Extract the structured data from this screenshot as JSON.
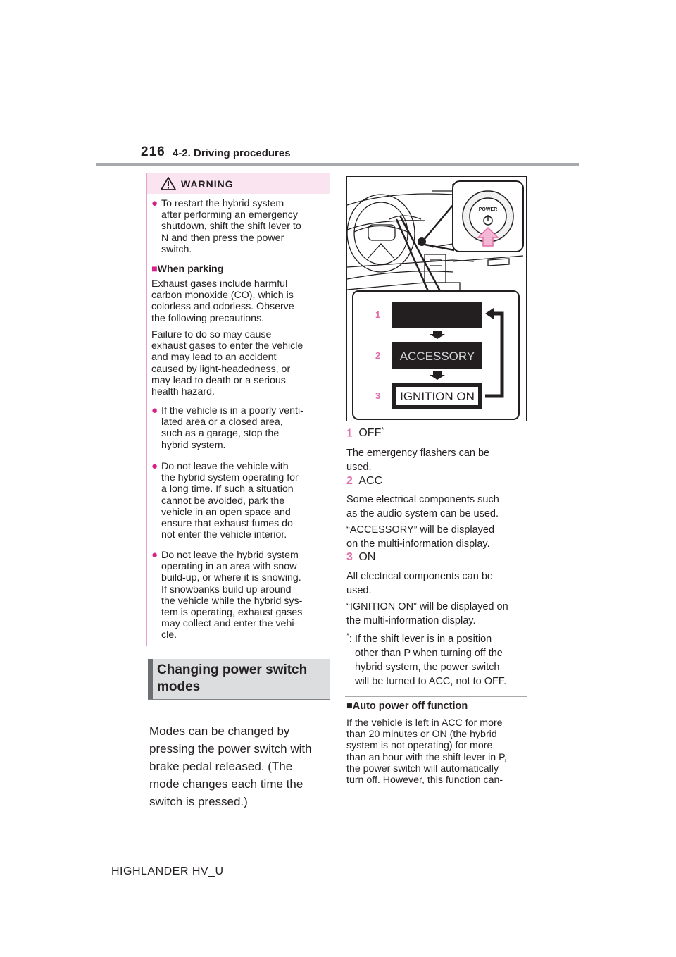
{
  "header": {
    "page_number": "216",
    "section": "4-2. Driving procedures"
  },
  "warning": {
    "title": "WARNING",
    "bullet1": [
      "To restart the hybrid system",
      "after performing an emergency",
      "shutdown, shift the shift lever to",
      "N and then press the power",
      "switch."
    ],
    "subhead": "When parking",
    "para1": [
      "Exhaust gases include harmful",
      "carbon monoxide (CO), which is",
      "colorless and odorless. Observe",
      "the following precautions."
    ],
    "para2": [
      "Failure to do so may cause",
      "exhaust gases to enter the vehicle",
      "and may lead to an accident",
      "caused by light-headedness, or",
      "may lead to death or a serious",
      "health hazard."
    ],
    "bullet2": [
      "If the vehicle is in a poorly venti-",
      "lated area or a closed area,",
      "such as a garage, stop the",
      "hybrid system."
    ],
    "bullet3": [
      "Do not leave the vehicle with",
      "the hybrid system operating for",
      "a long time. If such a situation",
      "cannot be avoided, park the",
      "vehicle in an open space and",
      "ensure that exhaust fumes do",
      "not enter the vehicle interior."
    ],
    "bullet4": [
      "Do not leave the hybrid system",
      "operating in an area with snow",
      "build-up, or where it is snowing.",
      "If snowbanks build up around",
      "the vehicle while the hybrid sys-",
      "tem is operating, exhaust gases",
      "may collect and enter the vehi-",
      "cle."
    ]
  },
  "section_heading": [
    "Changing power switch",
    "modes"
  ],
  "intro": [
    "Modes can be changed by",
    "pressing the power switch with",
    "brake pedal released. (The",
    "mode changes each time the",
    "switch is pressed.)"
  ],
  "figure": {
    "power_label": "POWER",
    "step_numbers": [
      "1",
      "2",
      "3"
    ],
    "display_accessory": "ACCESSORY",
    "display_ignition": "IGNITION ON"
  },
  "modes": [
    {
      "num": "1",
      "name": "OFF",
      "sup": "*",
      "desc": [
        "The emergency flashers can be",
        "used."
      ]
    },
    {
      "num": "2",
      "name": "ACC",
      "desc": [
        "Some electrical components such",
        "as the audio system can be used."
      ],
      "desc2": [
        "“ACCESSORY” will be displayed",
        "on the multi-information display."
      ]
    },
    {
      "num": "3",
      "name": "ON",
      "desc": [
        "All electrical components can be",
        "used."
      ],
      "desc2": [
        "“IGNITION ON” will be displayed on",
        "the multi-information display."
      ]
    }
  ],
  "footnote": {
    "mark": "*",
    "lines": [
      ": If the shift lever is in a position",
      "other than P when turning off the",
      "hybrid system, the power switch",
      "will be turned to ACC, not to OFF."
    ]
  },
  "auto_off": {
    "title": "Auto power off function",
    "lines": [
      "If the vehicle is left in ACC for more",
      "than 20 minutes or ON (the hybrid",
      "system is not operating) for more",
      "than an hour with the shift lever in P,",
      "the power switch will automatically",
      "turn off. However, this function can-"
    ]
  },
  "footer": "HIGHLANDER HV_U",
  "colors": {
    "accent_pink": "#d6218d",
    "number_pink": "#e26ea8",
    "warning_border": "#e6a2c9",
    "warning_fill": "#fae4ef"
  }
}
